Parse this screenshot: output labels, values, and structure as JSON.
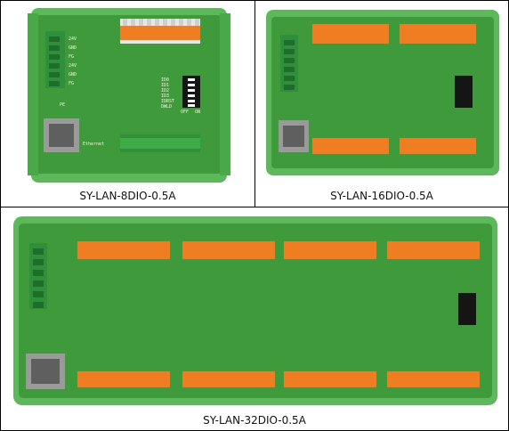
{
  "products": [
    {
      "caption": "SY-LAN-8DIO-0.5A"
    },
    {
      "caption": "SY-LAN-16DIO-0.5A"
    },
    {
      "caption": "SY-LAN-32DIO-0.5A"
    }
  ],
  "board_labels": {
    "power": [
      "24V",
      "GND",
      "FG",
      "24V",
      "GND",
      "FG"
    ],
    "dip": [
      "ID0",
      "ID1",
      "ID2",
      "ID3",
      "IDRST",
      "DWLD"
    ],
    "off_on": [
      "OFF",
      "ON"
    ],
    "ethernet": "Ethernet",
    "pe": "PE"
  },
  "colors": {
    "pcb_green": "#3f9a3c",
    "rail_green": "#5cb85a",
    "terminal_orange": "#f07d22",
    "terminal_green": "#2f8f3a",
    "dip_black": "#151515"
  }
}
